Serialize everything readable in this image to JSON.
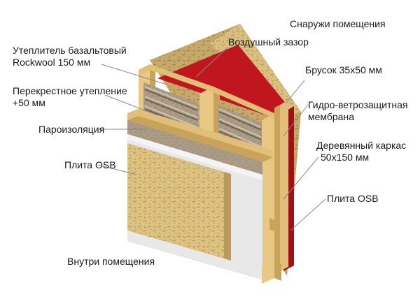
{
  "diagram": {
    "labels": {
      "outside": "Снаружи помещения",
      "air_gap": "Воздушный зазор",
      "insulation_line1": "Утеплитель базальтовый",
      "insulation_line2": "Rockwool 150 мм",
      "batten": "Брусок 35х50 мм",
      "cross_insulation_line1": "Перекрестное утепление",
      "cross_insulation_line2": "+50 мм",
      "membrane_line1": "Гидро-ветрозащитная",
      "membrane_line2": "мембрана",
      "vapor_barrier": "Пароизоляция",
      "frame_line1": "Деревянный каркас",
      "frame_line2": "50х150 мм",
      "osb_inner": "Плита OSB",
      "osb_outer": "Плита OSB",
      "inside": "Внутри помещения"
    },
    "colors": {
      "osb": "#d9bf7e",
      "wood": "#e8c884",
      "insulation": "#b0a08a",
      "membrane": "#c0171f",
      "vapor_barrier": "#e6e6e6",
      "leader_line": "#8a8a8a"
    }
  }
}
